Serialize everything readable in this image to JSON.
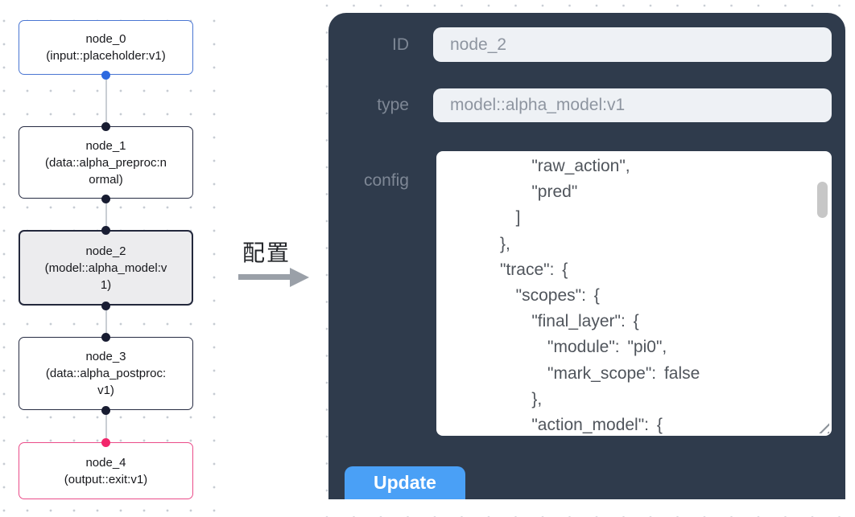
{
  "pipeline": {
    "nodes": [
      {
        "title": "node_0",
        "subtitle": "(input::placeholder:v1)",
        "border_color": "#4a76d2",
        "background": "#ffffff",
        "port_out_color": "#2e6ae0"
      },
      {
        "title": "node_1",
        "subtitle": "(data::alpha_preproc:normal)",
        "border_color": "#262b42",
        "background": "#ffffff",
        "port_in_color": "#181c31",
        "port_out_color": "#181c31"
      },
      {
        "title": "node_2",
        "subtitle": "(model::alpha_model:v1)",
        "border_color": "#23283c",
        "background": "#ececee",
        "selected": true,
        "port_in_color": "#191d33",
        "port_out_color": "#191d33"
      },
      {
        "title": "node_3",
        "subtitle": "(data::alpha_postproc:v1)",
        "border_color": "#262b42",
        "background": "#ffffff",
        "port_in_color": "#181c31",
        "port_out_color": "#181c31"
      },
      {
        "title": "node_4",
        "subtitle": "(output::exit:v1)",
        "border_color": "#ea4c89",
        "background": "#ffffff",
        "port_in_color": "#f2266b"
      }
    ]
  },
  "connector": {
    "label": "配置",
    "arrow_color": "#9aa0a8"
  },
  "panel": {
    "background": "#2f3b4c",
    "fields": {
      "id": {
        "label": "ID",
        "value": "node_2"
      },
      "type": {
        "label": "type",
        "value": "model::alpha_model:v1"
      },
      "config": {
        "label": "config",
        "value": "          \"raw_action\",\n          \"pred\"\n        ]\n      },\n      \"trace\": {\n        \"scopes\": {\n          \"final_layer\": {\n            \"module\": \"pi0\",\n            \"mark_scope\": false\n          },\n          \"action_model\": {"
      }
    },
    "update_button": {
      "label": "Update",
      "color": "#4aa0f6"
    }
  }
}
